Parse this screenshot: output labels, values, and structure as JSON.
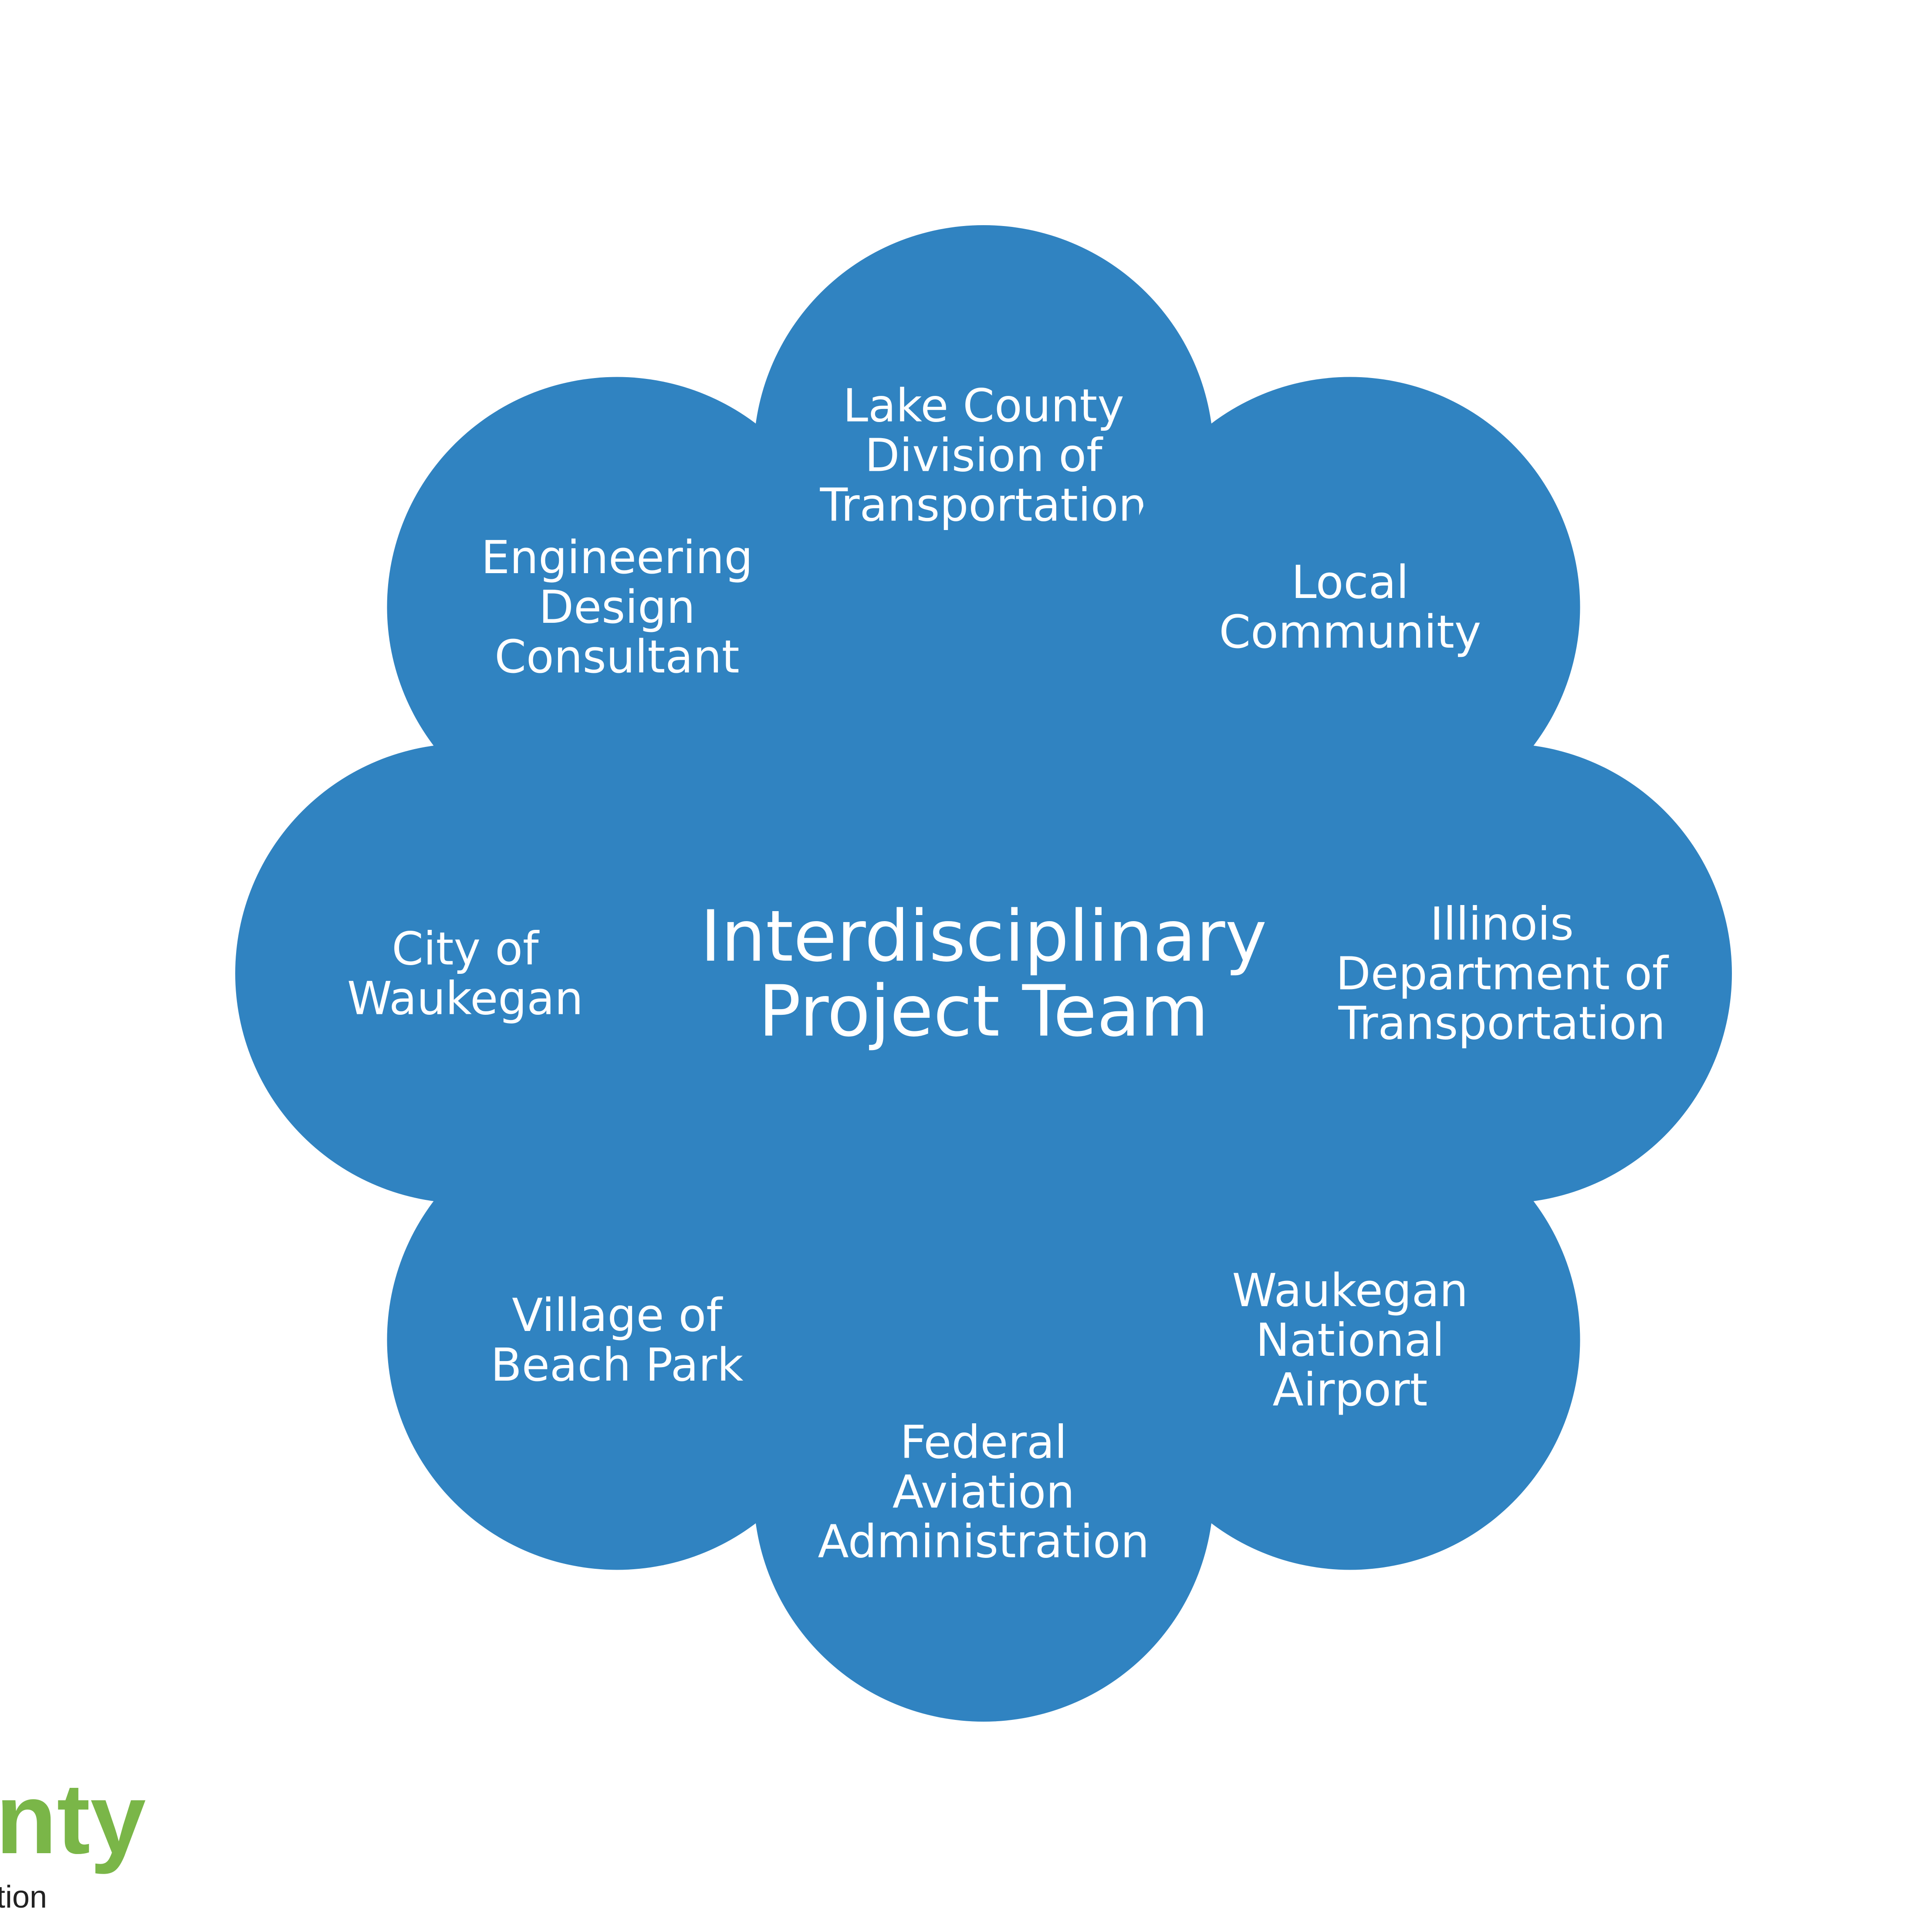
{
  "center": {
    "lines": [
      "Interdisciplinary",
      "Project Team"
    ]
  },
  "nodes": [
    {
      "id": "lcdot",
      "lines": [
        "Lake County",
        "Division of",
        "Transportation"
      ]
    },
    {
      "id": "local-community",
      "lines": [
        "Local",
        "Community"
      ]
    },
    {
      "id": "idot",
      "lines": [
        "Illinois",
        "Department of",
        "Transportation"
      ]
    },
    {
      "id": "waukegan-airport",
      "lines": [
        "Waukegan",
        "National",
        "Airport"
      ]
    },
    {
      "id": "faa",
      "lines": [
        "Federal",
        "Aviation",
        "Administration"
      ]
    },
    {
      "id": "beach-park",
      "lines": [
        "Village of",
        "Beach Park"
      ]
    },
    {
      "id": "city-waukegan",
      "lines": [
        "City of",
        "Waukegan"
      ]
    },
    {
      "id": "design-consultant",
      "lines": [
        "Engineering",
        "Design",
        "Consultant"
      ]
    }
  ],
  "logo": {
    "word": "nty",
    "sub": "tion"
  },
  "colors": {
    "node_fill": "#3083c1",
    "ring": "#8dd3ee",
    "ring_alt": "#a8d7ee",
    "label": "#ffffff",
    "logo_green": "#7ab648",
    "logo_text": "#222222"
  }
}
